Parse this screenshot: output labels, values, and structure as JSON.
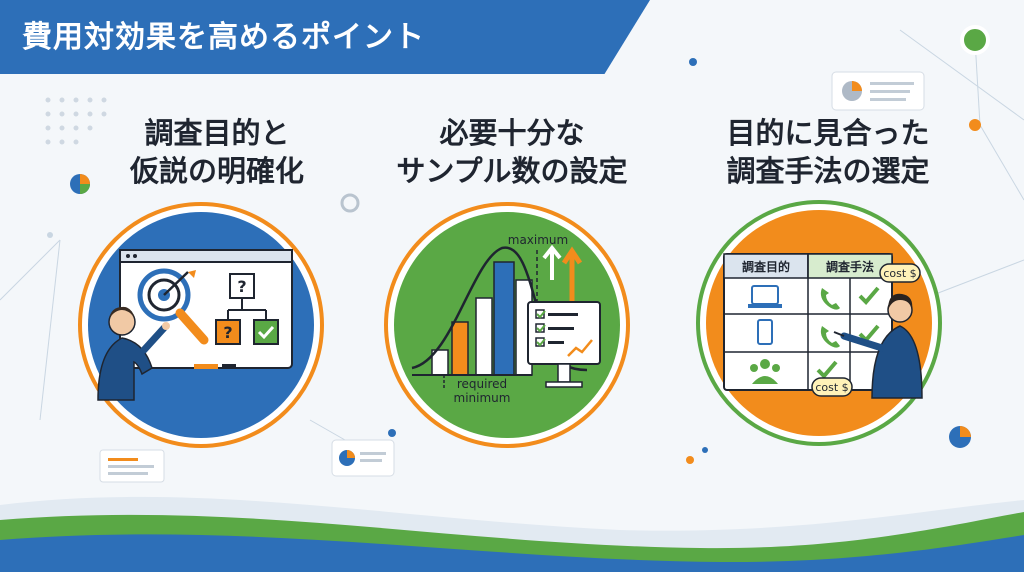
{
  "title": "費用対効果を高めるポイント",
  "points": [
    {
      "line1": "調査目的と",
      "line2": "仮説の明確化",
      "icon": "target-board-icon",
      "q1": "?",
      "q2": "?"
    },
    {
      "line1": "必要十分な",
      "line2": "サンプル数の設定",
      "icon": "bell-curve-chart-icon",
      "max_label": "maximum",
      "min_label1": "required",
      "min_label2": "minimum"
    },
    {
      "line1": "目的に見合った",
      "line2": "調査手法の選定",
      "icon": "method-table-icon",
      "col1": "調査目的",
      "col2": "調査手法",
      "cost_label": "cost $"
    }
  ],
  "colors": {
    "blue": "#2d6fb8",
    "green": "#5aa845",
    "orange": "#f28c1c",
    "dark": "#1f2530"
  }
}
